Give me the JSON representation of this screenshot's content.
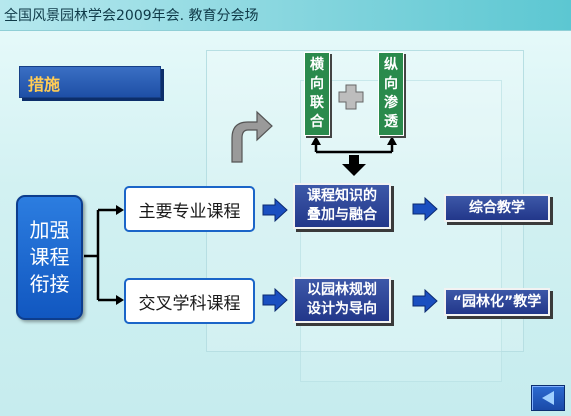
{
  "header": {
    "title": "全国风景园林学会2009年会. 教育分会场"
  },
  "section_tag": {
    "label": "措施"
  },
  "diagram": {
    "main_label": "加强\n课程\n衔接",
    "course_major": "主要专业课程",
    "course_cross": "交叉学科课程",
    "horizontal_label": "横\n向\n联\n合",
    "vertical_label": "纵\n向\n渗\n透",
    "knowledge_label": "课程知识的\n叠加与融合",
    "integrated_teaching": "综合教学",
    "planning_label": "以园林规划\n设计为导向",
    "garden_teaching": "“园林化”教学"
  },
  "colors": {
    "header": "#7fd3dc",
    "dark_box": "#22378a",
    "green_box": "#2a8a4c",
    "main_box": "#1157c0"
  },
  "icons": {
    "plus": "plus-icon",
    "curved_arrow": "curved-arrow-icon",
    "nav": "back-triangle-icon"
  }
}
